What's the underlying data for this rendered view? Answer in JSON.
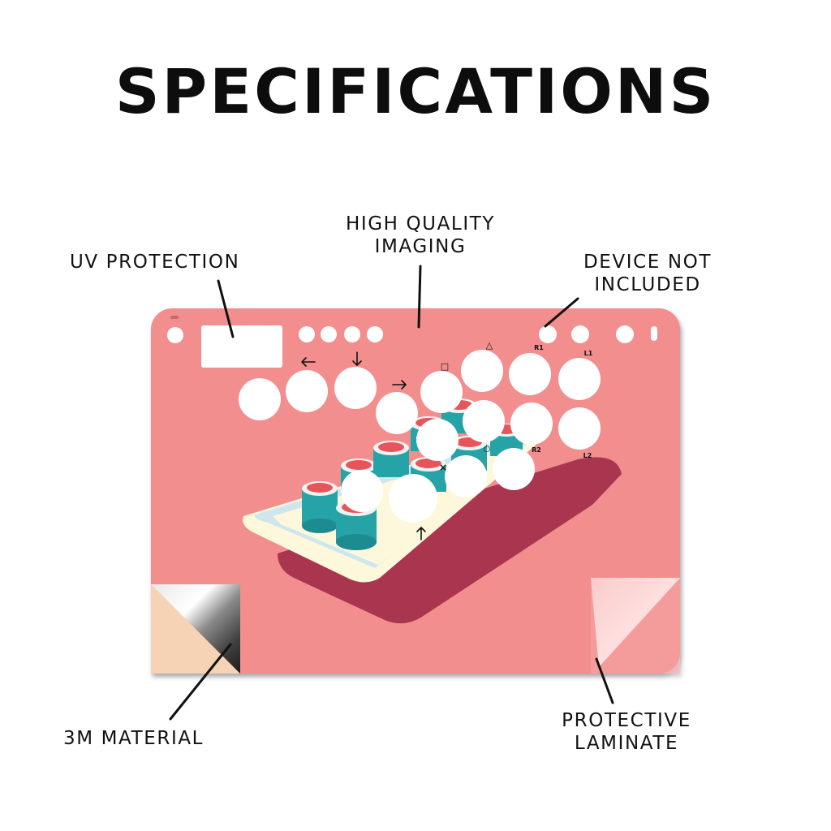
{
  "heading": "SPECIFICATIONS",
  "callouts": {
    "uv_protection": "UV PROTECTION",
    "high_quality_imaging_line1": "HIGH QUALITY",
    "high_quality_imaging_line2": "IMAGING",
    "device_not_included_line1": "DEVICE NOT",
    "device_not_included_line2": "INCLUDED",
    "material_3m": "3M MATERIAL",
    "protective_laminate_line1": "PROTECTIVE",
    "protective_laminate_line2": "LAMINATE"
  },
  "button_labels": {
    "square": "□",
    "triangle": "△",
    "circle": "○",
    "cross": "×",
    "r1": "R1",
    "l1": "L1",
    "r2": "R2",
    "l2": "L2"
  },
  "direction_icons": [
    "left-arrow-icon",
    "down-arrow-icon",
    "right-arrow-icon",
    "up-arrow-icon"
  ],
  "colors": {
    "panel": "#f28e8e",
    "tray_shadow": "#a9344f",
    "tray": "#fdf8dc",
    "tray_edge": "#cfe6ef",
    "roll_side": "#27a3a6",
    "roll_top": "#e6545a",
    "peel_backing": "#f6d3b5"
  }
}
